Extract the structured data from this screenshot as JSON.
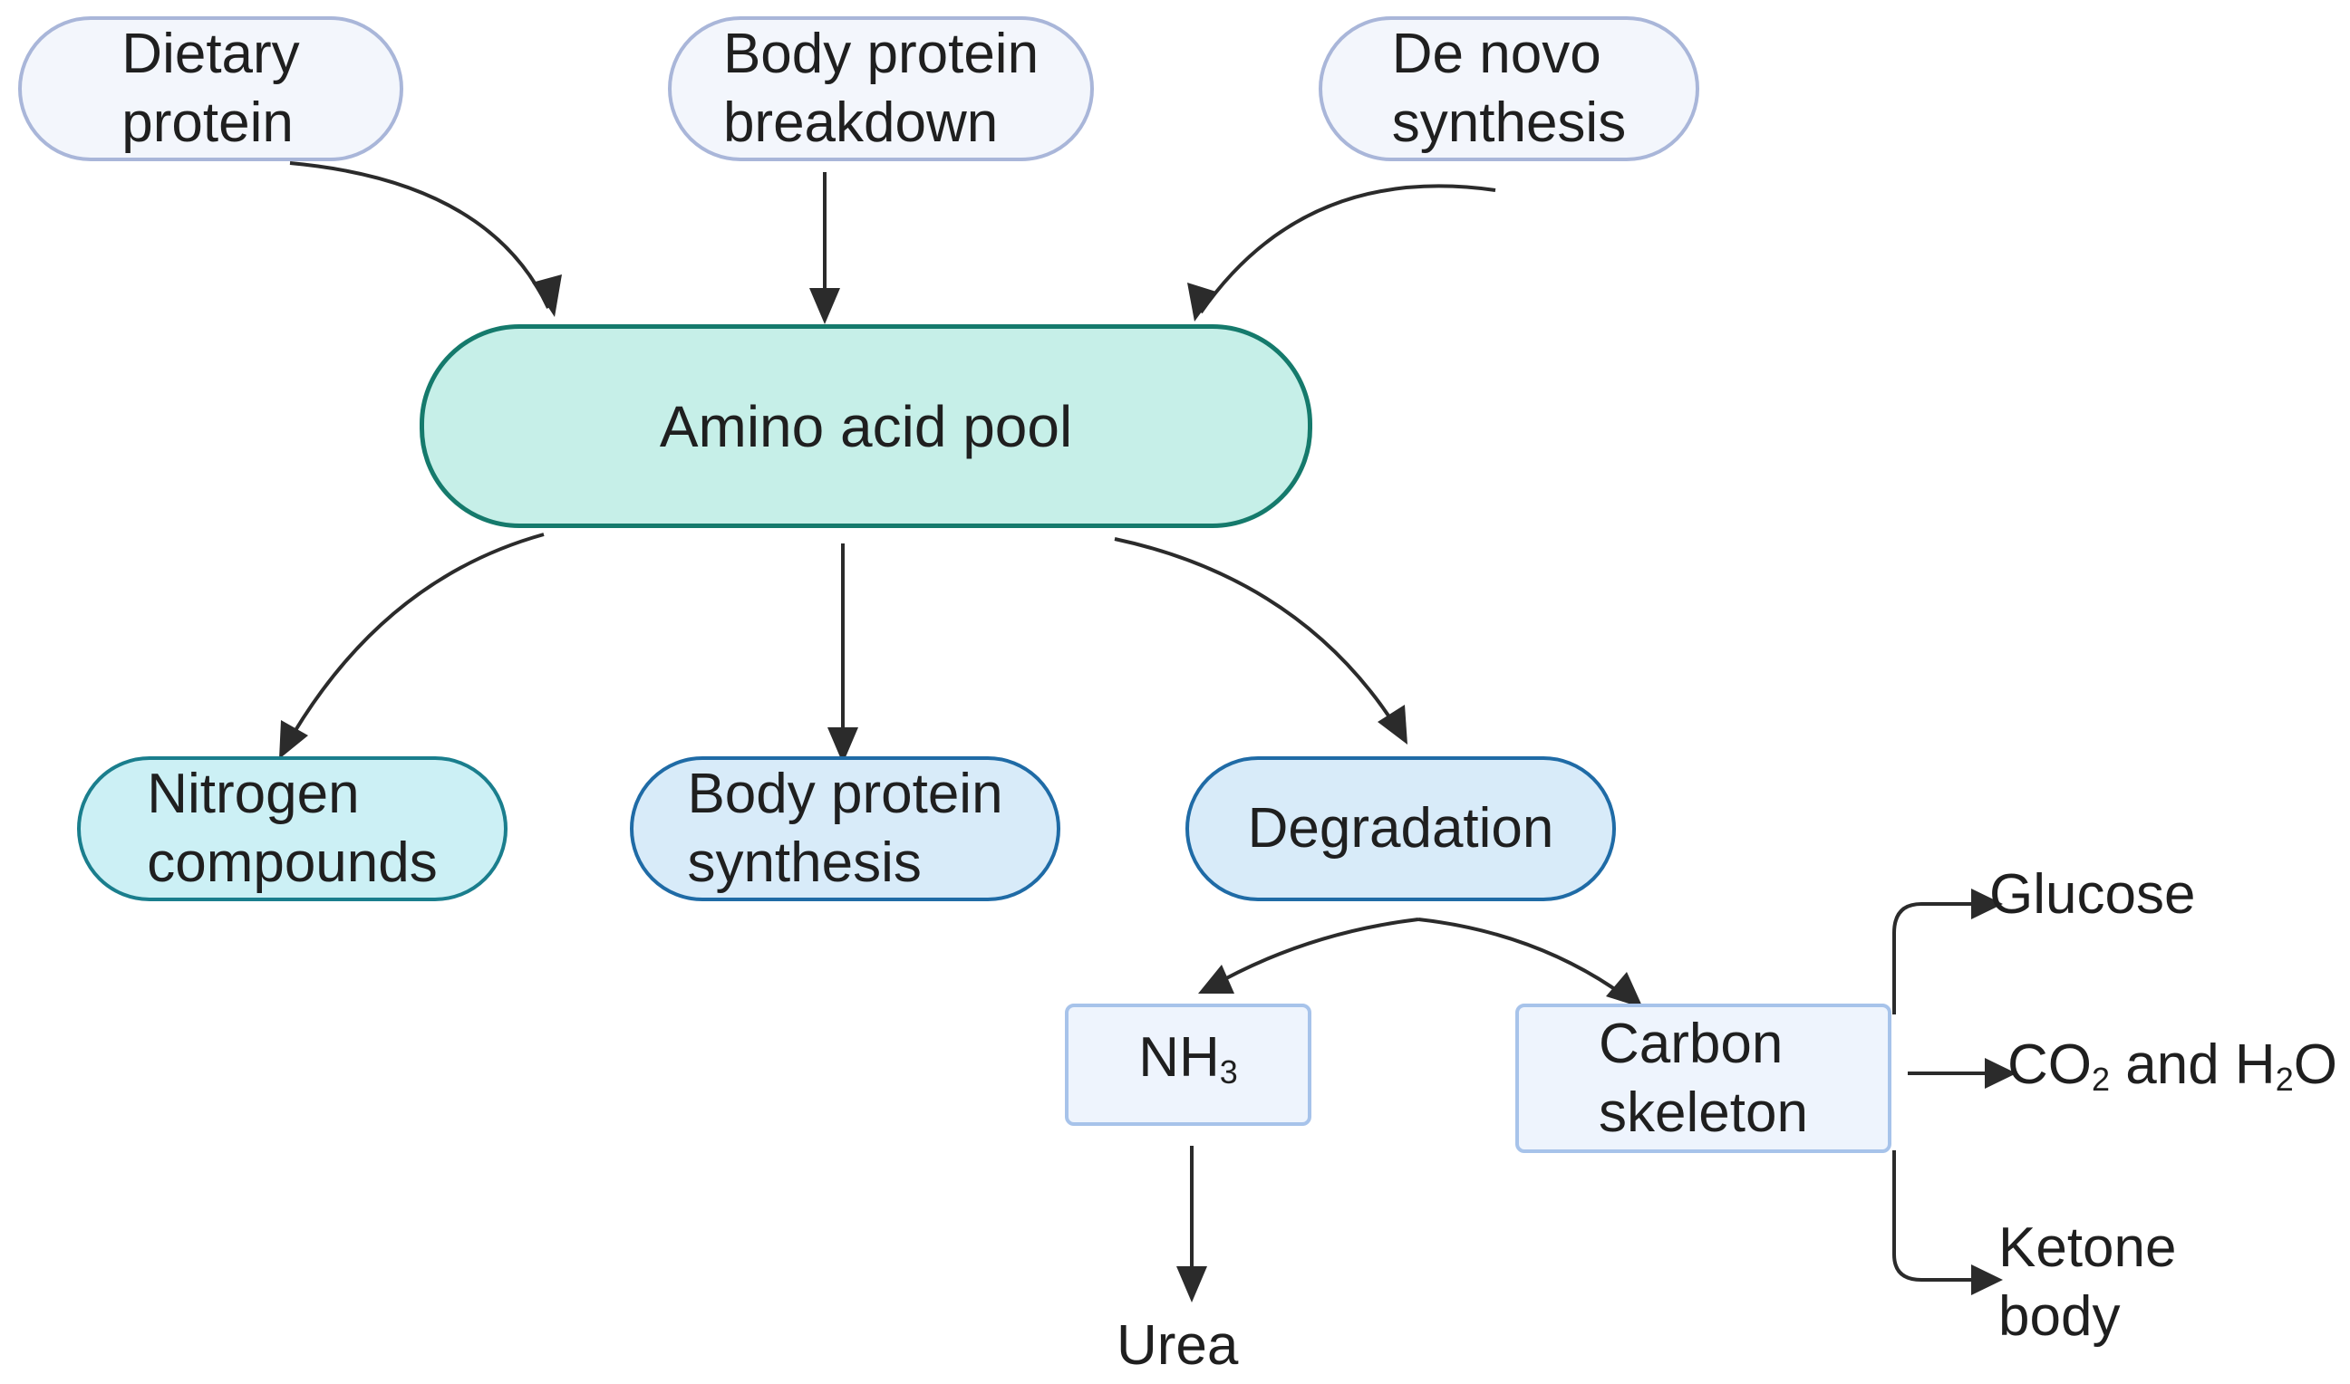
{
  "sources": {
    "dietary_protein": [
      "Dietary",
      "protein"
    ],
    "body_protein_breakdown": [
      "Body protein",
      "breakdown"
    ],
    "de_novo_synthesis": [
      "De novo",
      "synthesis"
    ]
  },
  "pool": {
    "label": "Amino acid pool"
  },
  "fates": {
    "nitrogen_compounds": [
      "Nitrogen",
      "compounds"
    ],
    "body_protein_synthesis": [
      "Body protein",
      "synthesis"
    ],
    "degradation": "Degradation"
  },
  "degradation_products": {
    "nh3": {
      "base": "NH",
      "sub": "3"
    },
    "carbon_skeleton": [
      "Carbon",
      "skeleton"
    ]
  },
  "end_products": {
    "urea": "Urea",
    "glucose": "Glucose",
    "co2_h2o": {
      "p1": "CO",
      "sub1": "2",
      "p2": " and H",
      "sub2": "2",
      "p3": "O"
    },
    "ketone_body": [
      "Ketone",
      "body"
    ]
  },
  "colors": {
    "arrow": "#2b2b2b",
    "pool_fill": "#c6efe8",
    "pool_border": "#157a6c",
    "source_fill": "#f3f6fc",
    "source_border": "#a9b6d9"
  }
}
